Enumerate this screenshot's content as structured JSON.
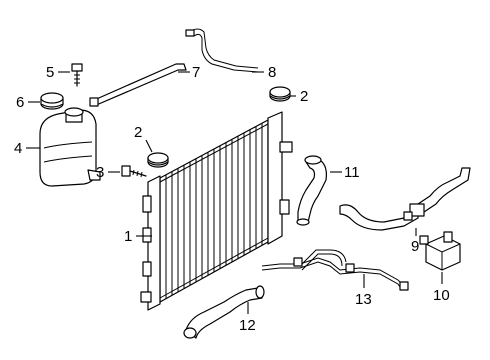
{
  "callouts": {
    "c1": "1",
    "c2a": "2",
    "c2b": "2",
    "c3": "3",
    "c4": "4",
    "c5": "5",
    "c6": "6",
    "c7": "7",
    "c8": "8",
    "c9": "9",
    "c10": "10",
    "c11": "11",
    "c12": "12",
    "c13": "13"
  },
  "colors": {
    "line": "#000000",
    "background": "#ffffff"
  }
}
